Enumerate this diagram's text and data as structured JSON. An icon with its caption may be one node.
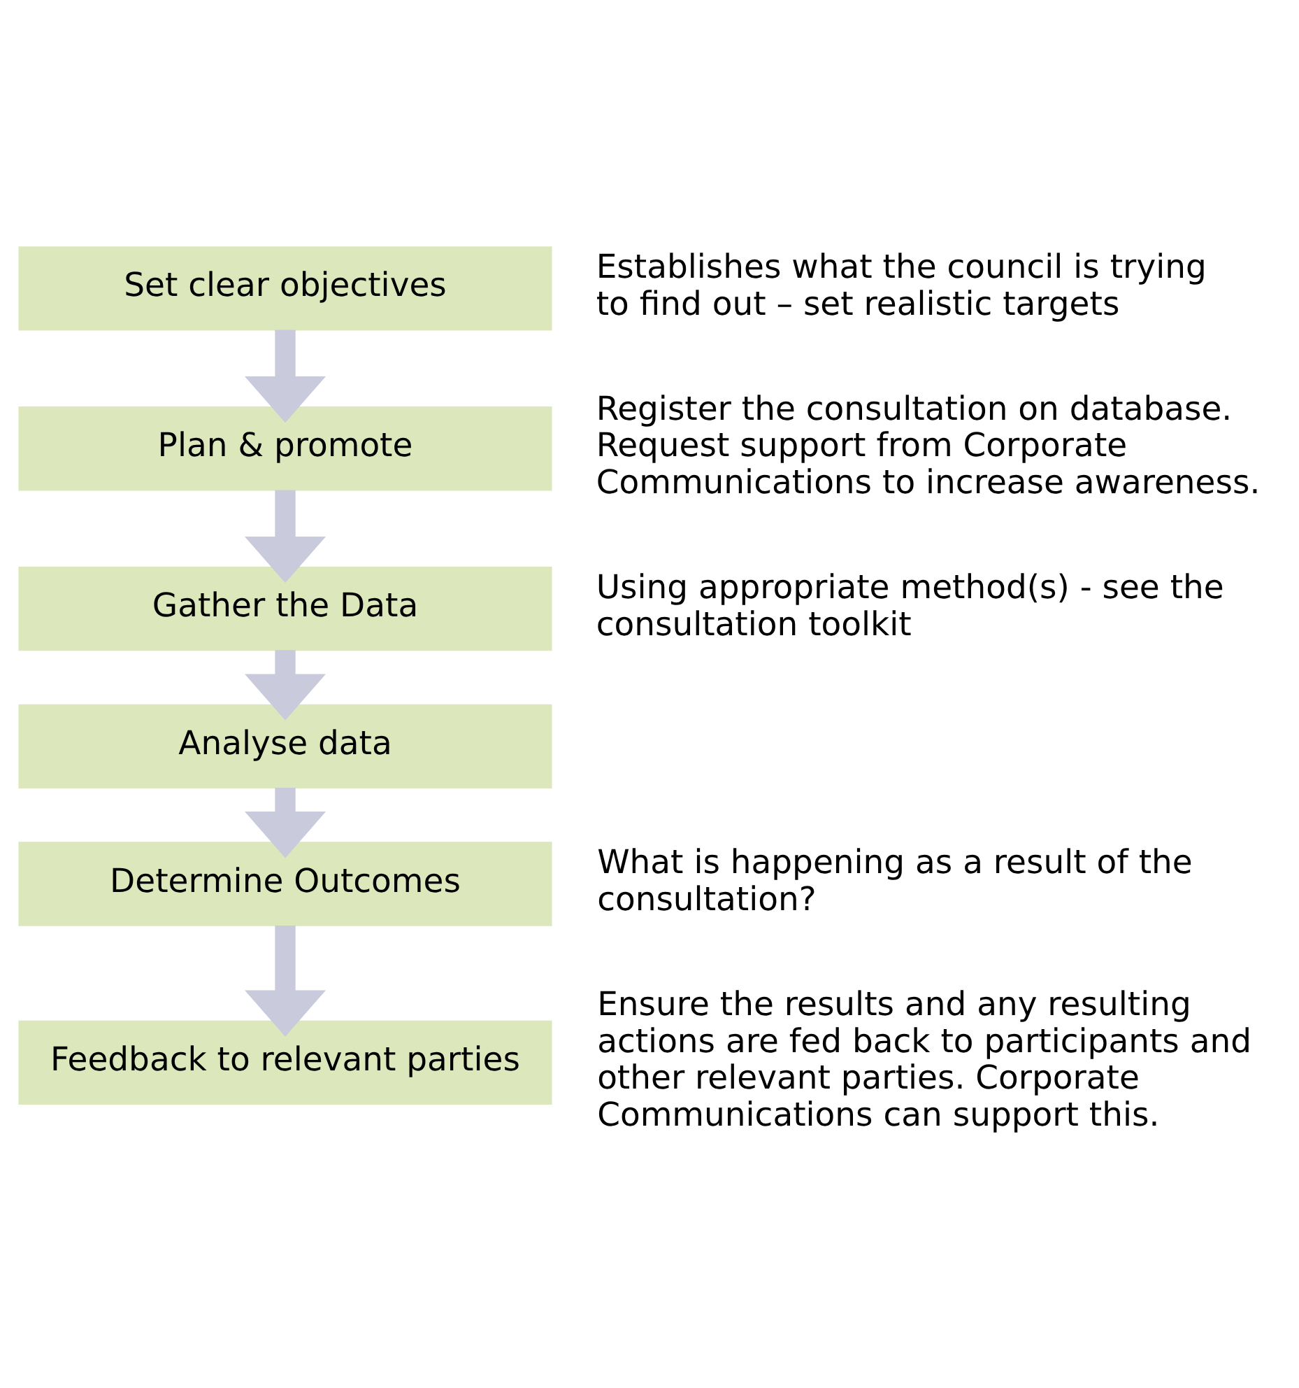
{
  "diagram": {
    "nodes": [
      {
        "text": [
          "Set clear objectives"
        ],
        "beside": [
          "Establishes what the council is trying to find out – set realistic targets"
        ]
      },
      {
        "text": [
          "Plan & promote"
        ],
        "beside": [
          "Register the consultation on database. Request support from Corporate Communications to increase awareness."
        ]
      },
      {
        "text": [
          "Gather the Data"
        ],
        "beside": [
          "Using appropriate method(s) - see the consultation toolkit"
        ]
      },
      {
        "text": [
          "Analyse data"
        ]
      },
      {
        "text": [
          "Determine Outcomes"
        ],
        "beside": [
          "What is happening as a result of the consultation?"
        ]
      },
      {
        "text": [
          "Feedback to relevant parties"
        ],
        "beside": [
          "Ensure the results and any resulting actions are fed back to participants and other relevant parties. Corporate Communications can support this."
        ]
      }
    ],
    "edges": [
      {
        "from": 0,
        "to": 1,
        "arrow": "to"
      },
      {
        "from": 1,
        "to": 2,
        "arrow": "to"
      },
      {
        "from": 2,
        "to": 3,
        "arrow": "to"
      },
      {
        "from": 3,
        "to": 4,
        "arrow": "to"
      },
      {
        "from": 4,
        "to": 5,
        "arrow": "to"
      }
    ]
  }
}
